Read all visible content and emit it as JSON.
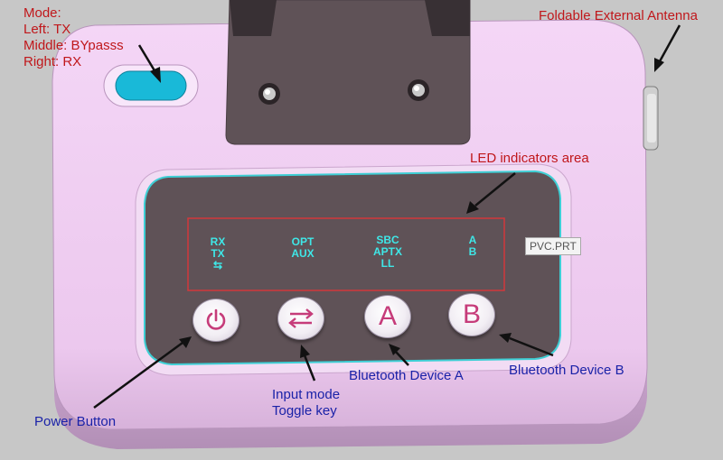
{
  "annotations": {
    "mode_lines": [
      "Mode:",
      "Left: TX",
      "Middle: BYpasss",
      "Right: RX"
    ],
    "antenna": "Foldable External Antenna",
    "led_area": "LED indicators area",
    "power_button": "Power Button",
    "input_mode_lines": [
      "Input mode",
      "Toggle key"
    ],
    "bt_a": "Bluetooth Device A",
    "bt_b": "Bluetooth Device B"
  },
  "led_groups": [
    [
      "RX",
      "TX",
      "⇆"
    ],
    [
      "OPT",
      "AUX"
    ],
    [
      "SBC",
      "APTX",
      "LL"
    ],
    [
      "A",
      "B"
    ]
  ],
  "buttons": {
    "power_icon": "power-icon",
    "toggle_icon": "toggle-arrows-icon",
    "a_label": "A",
    "b_label": "B"
  },
  "tag": "PVC.PRT",
  "colors": {
    "background": "#c7c7c7",
    "body": "#efcdf1",
    "panel": "#5f5257",
    "led_text": "#3fe7e7",
    "led_frame": "#d2383c",
    "mode_switch": "#19b9d8",
    "annotation_red": "#c0171b",
    "annotation_blue": "#1a22a8"
  }
}
